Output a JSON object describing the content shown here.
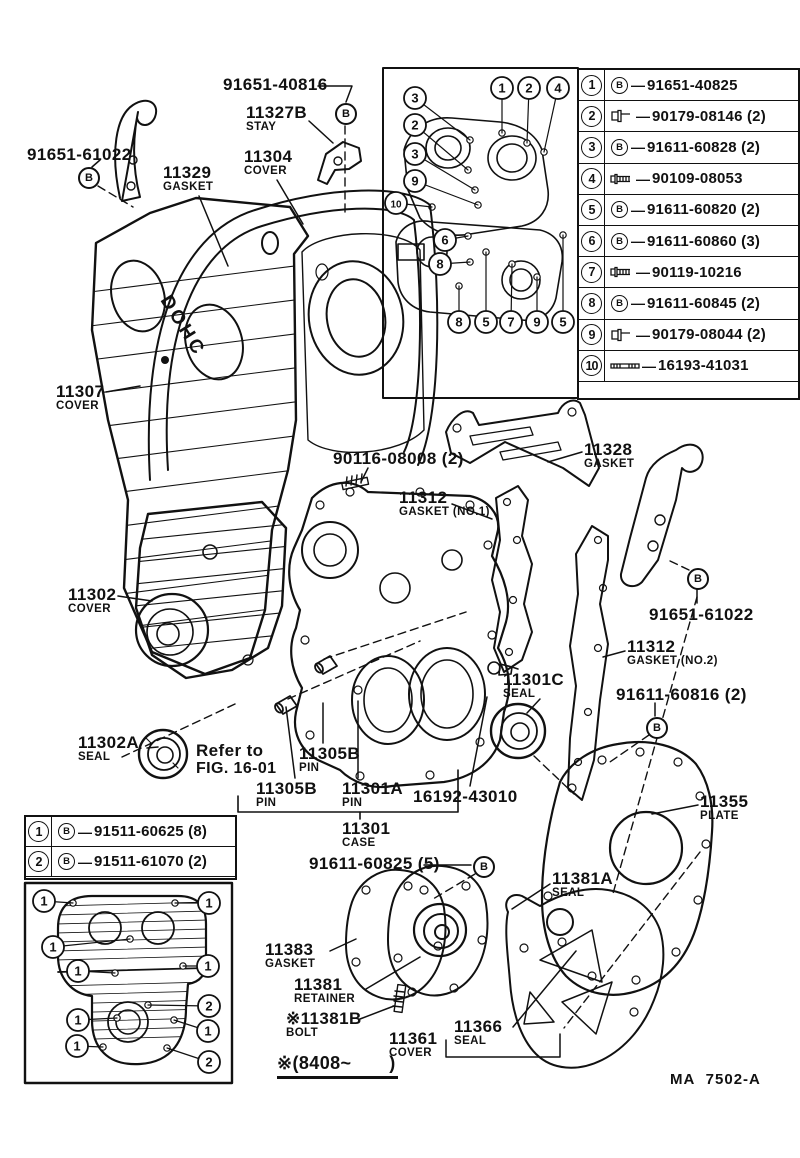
{
  "doc": {
    "footer_code": "MA  7502-A",
    "production_note": "※(8408~       )"
  },
  "symbols": {
    "b": "B"
  },
  "parts_table_right": {
    "rows": [
      {
        "num": "1",
        "icon": "circle-b-icon",
        "part": "91651-40825"
      },
      {
        "num": "2",
        "icon": "flange-nut-icon",
        "part": "90179-08146 (2)"
      },
      {
        "num": "3",
        "icon": "circle-b-icon",
        "part": "91611-60828 (2)"
      },
      {
        "num": "4",
        "icon": "flange-bolt-icon",
        "part": "90109-08053"
      },
      {
        "num": "5",
        "icon": "circle-b-icon",
        "part": "91611-60820 (2)"
      },
      {
        "num": "6",
        "icon": "circle-b-icon",
        "part": "91611-60860 (3)"
      },
      {
        "num": "7",
        "icon": "flange-bolt-icon",
        "part": "90119-10216"
      },
      {
        "num": "8",
        "icon": "circle-b-icon",
        "part": "91611-60845 (2)"
      },
      {
        "num": "9",
        "icon": "flange-nut-icon",
        "part": "90179-08044 (2)"
      },
      {
        "num": "10",
        "icon": "stud-icon",
        "part": "16193-41031"
      }
    ]
  },
  "parts_table_left": {
    "rows": [
      {
        "num": "1",
        "icon": "circle-b-icon",
        "part": "91511-60625 (8)"
      },
      {
        "num": "2",
        "icon": "circle-b-icon",
        "part": "91511-61070 (2)"
      }
    ]
  },
  "labels": {
    "p91651_40816": {
      "code": "91651-40816"
    },
    "p11327B": {
      "code": "11327B",
      "sub": "STAY"
    },
    "p11304": {
      "code": "11304",
      "sub": "COVER"
    },
    "p91651_61022L": {
      "code": "91651-61022"
    },
    "p11329": {
      "code": "11329",
      "sub": "GASKET"
    },
    "p11307": {
      "code": "11307",
      "sub": "COVER"
    },
    "p11302": {
      "code": "11302",
      "sub": "COVER"
    },
    "p11302A": {
      "code": "11302A",
      "sub": "SEAL"
    },
    "refer": {
      "code": "Refer to",
      "sub": "FIG. 16-01"
    },
    "p90116": {
      "code": "90116-08008 (2)"
    },
    "p11312_1": {
      "code": "11312",
      "sub": "GASKET (NO.1)"
    },
    "p11328": {
      "code": "11328",
      "sub": "GASKET"
    },
    "p91651_61022R": {
      "code": "91651-61022"
    },
    "p11312_2": {
      "code": "11312",
      "sub": "GASKET (NO.2)"
    },
    "p91611_60816": {
      "code": "91611-60816 (2)"
    },
    "p11301C": {
      "code": "11301C",
      "sub": "SEAL"
    },
    "p11305B_1": {
      "code": "11305B",
      "sub": "PIN"
    },
    "p11305B_2": {
      "code": "11305B",
      "sub": "PIN"
    },
    "p11301A": {
      "code": "11301A",
      "sub": "PIN"
    },
    "p16192": {
      "code": "16192-43010"
    },
    "p11301": {
      "code": "11301",
      "sub": "CASE"
    },
    "p91611_60825": {
      "code": "91611-60825 (5)"
    },
    "p11381A": {
      "code": "11381A",
      "sub": "SEAL"
    },
    "p11355": {
      "code": "11355",
      "sub": "PLATE"
    },
    "p11383": {
      "code": "11383",
      "sub": "GASKET"
    },
    "p11381": {
      "code": "11381",
      "sub": "RETAINER"
    },
    "p11381B": {
      "code": "※11381B",
      "sub": "BOLT"
    },
    "p11361": {
      "code": "11361",
      "sub": "COVER"
    },
    "p11366": {
      "code": "11366",
      "sub": "SEAL"
    }
  },
  "callouts": {
    "top_inset": [
      "3",
      "2",
      "3",
      "9",
      "10",
      "6",
      "8",
      "1",
      "2",
      "4",
      "8",
      "5",
      "7",
      "9",
      "5"
    ],
    "bottom_inset": [
      "1",
      "1",
      "1",
      "1",
      "1",
      "2",
      "1",
      "1",
      "1",
      "2"
    ]
  },
  "colors": {
    "ink": "#111111",
    "paper": "#ffffff"
  }
}
